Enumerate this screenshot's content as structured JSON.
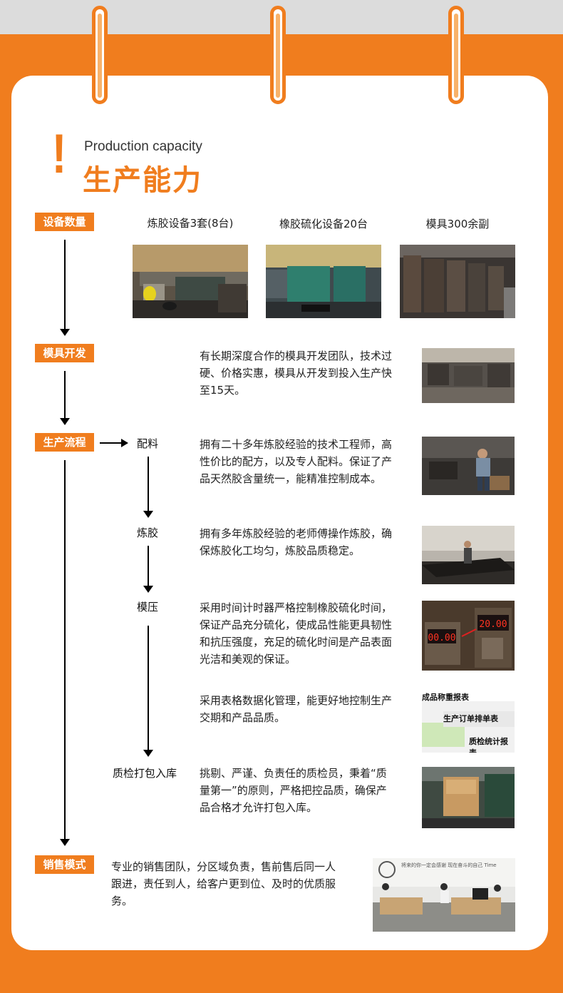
{
  "header": {
    "exclaim": "!",
    "subtitle_en": "Production capacity",
    "title_cn": "生产能力"
  },
  "sections": {
    "equipment": {
      "tag": "设备数量",
      "items": [
        {
          "label": "炼胶设备3套(8台)"
        },
        {
          "label": "橡胶硫化设备20台"
        },
        {
          "label": "模具300余副"
        }
      ]
    },
    "mold": {
      "tag": "模具开发",
      "desc": "有长期深度合作的模具开发团队，技术过硬、价格实惠，模具从开发到投入生产快至15天。"
    },
    "process": {
      "tag": "生产流程",
      "steps": [
        {
          "name": "配料",
          "desc": "拥有二十多年炼胶经验的技术工程师，高性价比的配方，以及专人配料。保证了产品天然胶含量统一，能精准控制成本。"
        },
        {
          "name": "炼胶",
          "desc": "拥有多年炼胶经验的老师傅操作炼胶，确保炼胶化工均匀，炼胶品质稳定。"
        },
        {
          "name": "模压",
          "desc": "采用时间计时器严格控制橡胶硫化时间，保证产品充分硫化，使成品性能更具韧性和抗压强度，充足的硫化时间是产品表面光洁和美观的保证。"
        },
        {
          "name": "",
          "desc": "采用表格数据化管理，能更好地控制生产交期和产品品质。"
        },
        {
          "name": "质检打包入库",
          "desc": "挑剔、严谨、负责任的质检员，秉着“质量第一”的原则，严格把控品质，确保产品合格才允许打包入库。"
        }
      ],
      "timer": {
        "left": "00.00",
        "right": "20.00"
      },
      "sheet": {
        "title1": "成品称重报表",
        "title2": "生产订单排单表",
        "title3": "质检统计报表"
      }
    },
    "sales": {
      "tag": "销售模式",
      "desc": "专业的销售团队，分区域负责，售前售后同一人跟进，责任到人，给客户更到位、及时的优质服务。",
      "wall_text": "将来的你一定会感谢 现在奋斗的自己 Time"
    }
  },
  "colors": {
    "accent": "#f07d1e",
    "card": "#ffffff",
    "top_band": "#dcdcdc"
  }
}
